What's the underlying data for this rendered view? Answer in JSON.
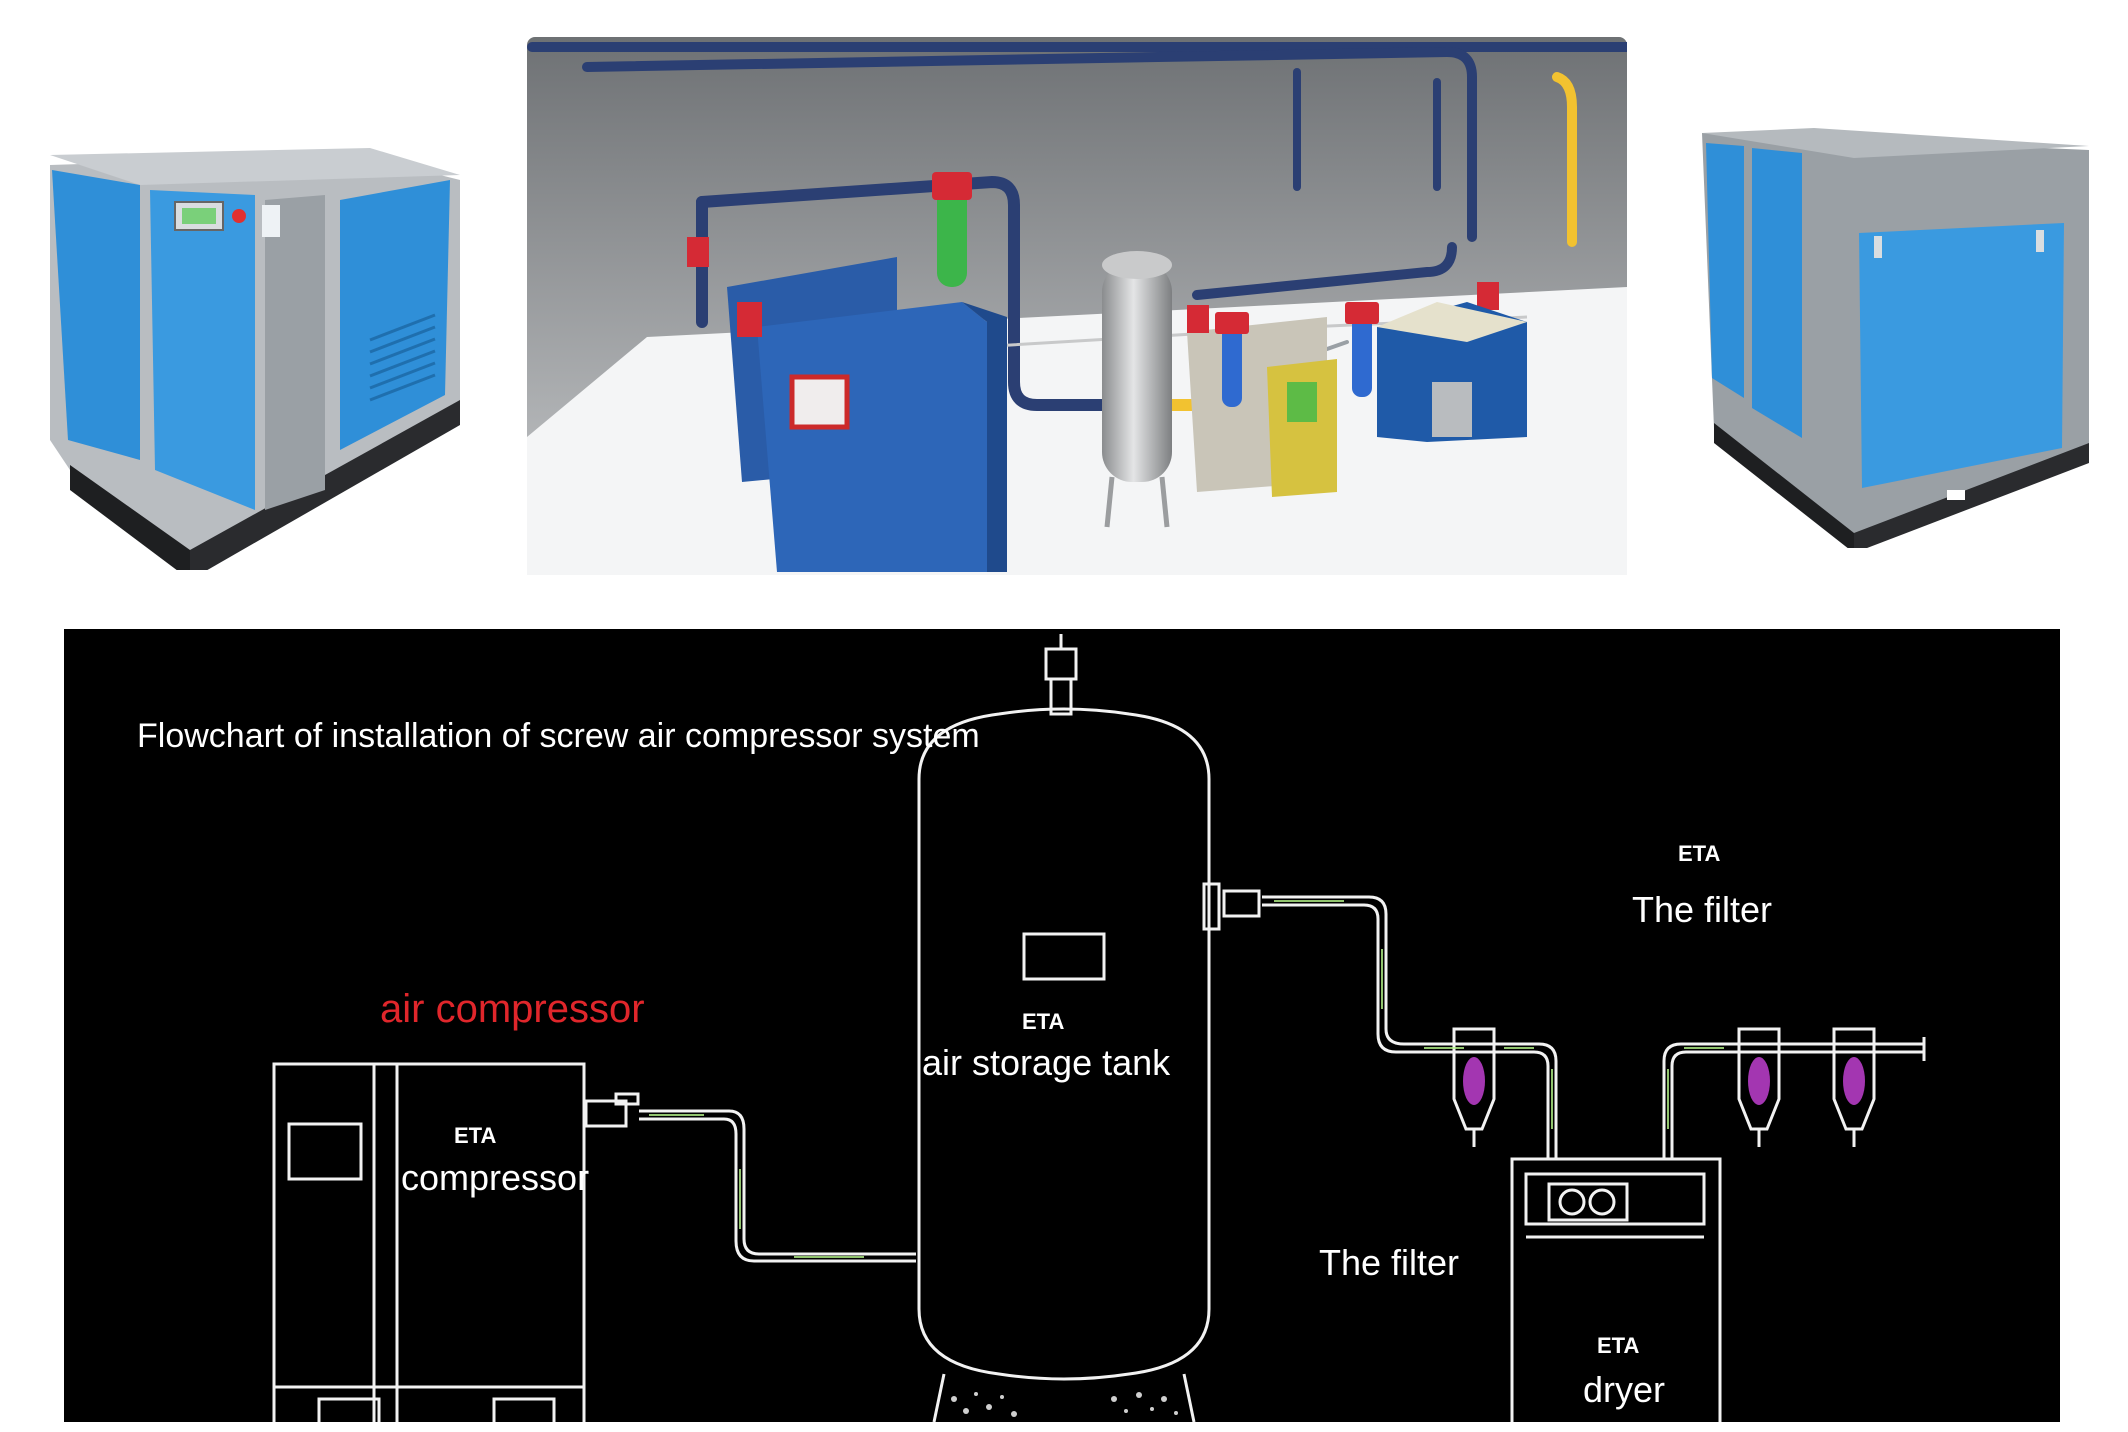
{
  "flowchart": {
    "title": "Flowchart of installation of screw air compressor system",
    "compressor_heading": "air compressor",
    "brand_tag": "ETA",
    "labels": {
      "compressor": "compressor",
      "air_storage_tank": "air storage tank",
      "filter_top": "The filter",
      "filter_bottom": "The filter",
      "dryer": "dryer"
    }
  },
  "colors": {
    "cabinet_blue": "#2f8fd8",
    "cabinet_grey": "#8c9196",
    "pipe_navy": "#2b3f73",
    "pipe_yellow": "#f2c230",
    "heading_red": "#e0262b",
    "filter_glow": "#c040d0",
    "pipe_glow": "#b6f58a"
  }
}
